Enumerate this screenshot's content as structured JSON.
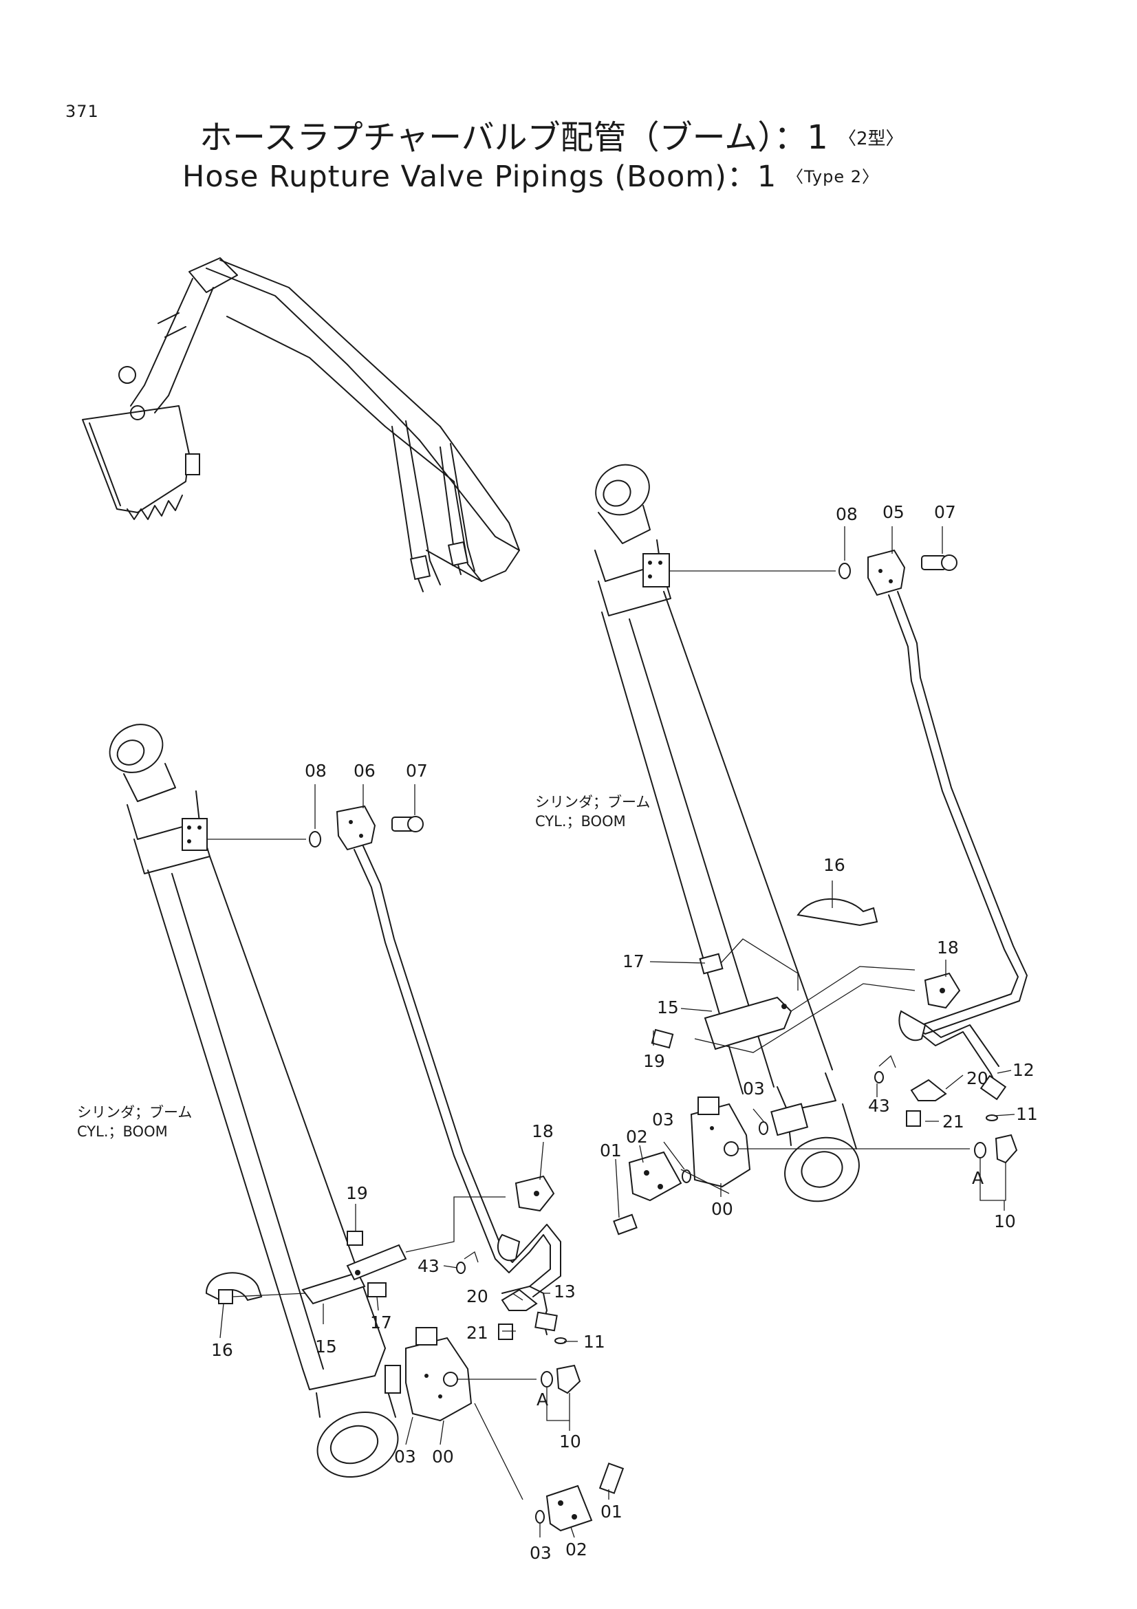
{
  "page_number": "371",
  "title": {
    "ja": "ホースラプチャーバルブ配管（ブーム）：1",
    "ja_type": "〈2型〉",
    "en": "Hose Rupture Valve Pipings (Boom)：1",
    "en_type": "〈Type  2〉"
  },
  "notes": {
    "cylinder_ja": "シリンダ；ブーム",
    "cylinder_en": "CYL.；BOOM"
  },
  "view_markers": {
    "a": "A"
  },
  "part_labels": {
    "p00": "00",
    "p01": "01",
    "p02": "02",
    "p03": "03",
    "p05": "05",
    "p06": "06",
    "p07": "07",
    "p08": "08",
    "p10": "10",
    "p11": "11",
    "p12": "12",
    "p13": "13",
    "p15": "15",
    "p16": "16",
    "p17": "17",
    "p18": "18",
    "p19": "19",
    "p20": "20",
    "p21": "21",
    "p43": "43"
  }
}
